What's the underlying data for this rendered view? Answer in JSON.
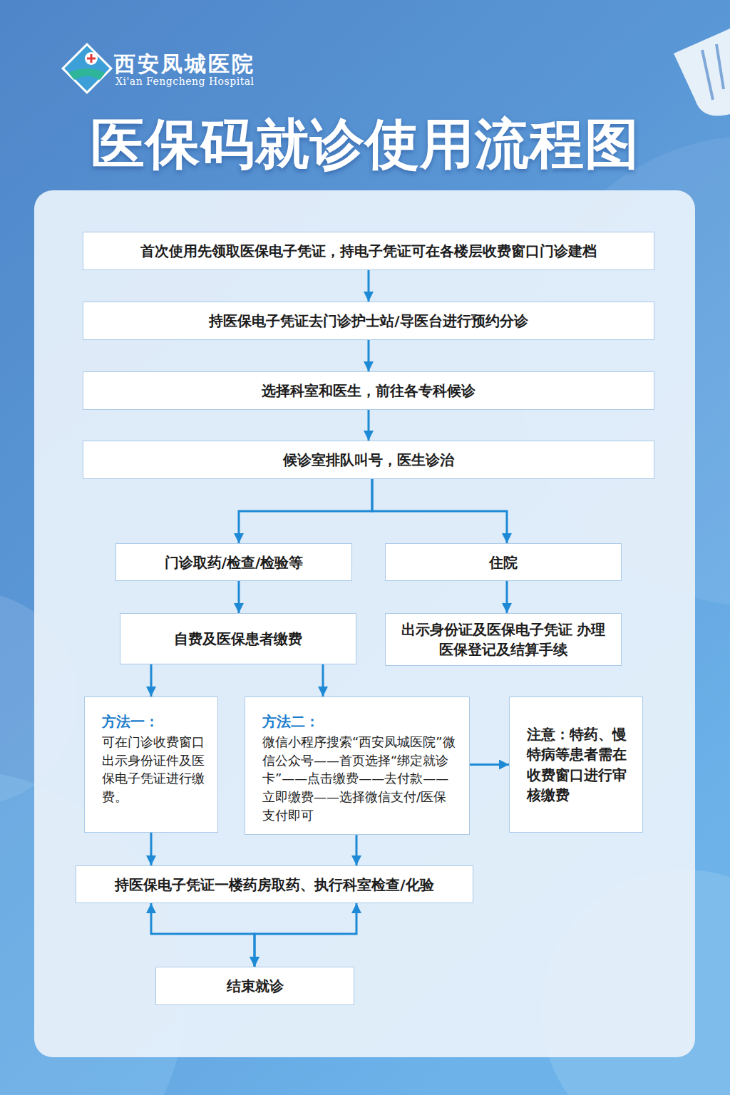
{
  "diagram": {
    "title": "医保码就诊使用流程图",
    "nodes": [
      {
        "text": [
          "首次使用先领取医保电子凭证，持电子凭证可在各楼层收费窗口门诊建档"
        ]
      },
      {
        "text": [
          "持医保电子凭证去门诊护士站/导医台进行预约分诊"
        ]
      },
      {
        "text": [
          "选择科室和医生，前往各专科候诊"
        ]
      },
      {
        "text": [
          "候诊室排队叫号，医生诊治"
        ]
      },
      {
        "text": [
          "门诊取药/检查/检验等"
        ]
      },
      {
        "text": [
          "住院"
        ]
      },
      {
        "text": [
          "自费及医保患者缴费"
        ]
      },
      {
        "text": [
          "出示身份证及医保电子凭证 办理医保登记及结算手续"
        ]
      },
      {
        "text": [
          "方法一：",
          "可在门诊收费窗口出示身份证件及医保电子凭证进行缴费。"
        ]
      },
      {
        "text": [
          "方法二：",
          "微信小程序搜索“西安凤城医院”微信公众号——首页选择“绑定就诊卡”——点击缴费——去付款——立即缴费——选择微信支付/医保支付即可"
        ]
      },
      {
        "text": [
          "注意：特药、慢特病等患者需在收费窗口进行审核缴费"
        ]
      },
      {
        "text": [
          "持医保电子凭证一楼药房取药、执行科室检查/化验"
        ]
      },
      {
        "text": [
          "结束就诊"
        ]
      }
    ],
    "edges": [
      {
        "from": 0,
        "to": 1,
        "arrow": "to"
      },
      {
        "from": 1,
        "to": 2,
        "arrow": "to"
      },
      {
        "from": 2,
        "to": 3,
        "arrow": "to"
      },
      {
        "from": 3,
        "to": 4,
        "arrow": "to"
      },
      {
        "from": 3,
        "to": 5,
        "arrow": "to"
      },
      {
        "from": 4,
        "to": 6,
        "arrow": "to"
      },
      {
        "from": 5,
        "to": 7,
        "arrow": "to"
      },
      {
        "from": 6,
        "to": 8,
        "arrow": "to"
      },
      {
        "from": 6,
        "to": 9,
        "arrow": "to"
      },
      {
        "from": 9,
        "to": 10,
        "arrow": "to"
      },
      {
        "from": 8,
        "to": 11,
        "arrow": "to"
      },
      {
        "from": 9,
        "to": 11,
        "arrow": "to"
      },
      {
        "from": 11,
        "to": 12,
        "arrow": "both"
      },
      {
        "from": 11,
        "to": 12,
        "arrow": "both"
      }
    ],
    "labels": [
      "西安凤城医院",
      "Xi'an Fengcheng Hospital"
    ]
  }
}
